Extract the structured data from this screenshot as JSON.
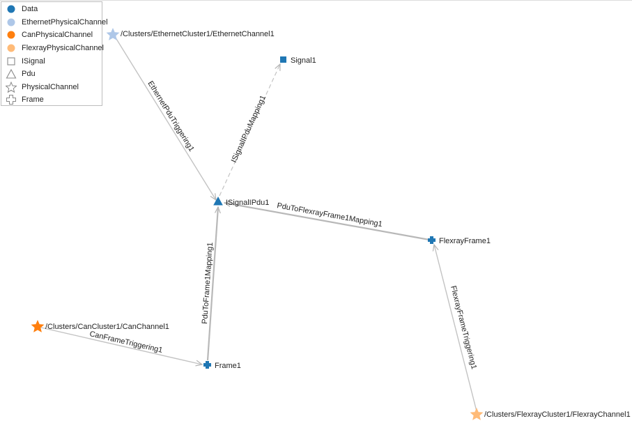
{
  "legend": {
    "items": [
      {
        "label": "Data",
        "icon": "filled-circle-icon",
        "color": "#1f77b4"
      },
      {
        "label": "EthernetPhysicalChannel",
        "icon": "filled-circle-icon",
        "color": "#aec7e8"
      },
      {
        "label": "CanPhysicalChannel",
        "icon": "filled-circle-icon",
        "color": "#ff7f0e"
      },
      {
        "label": "FlexrayPhysicalChannel",
        "icon": "filled-circle-icon",
        "color": "#ffbb78"
      },
      {
        "label": "ISignal",
        "icon": "square-outline-icon",
        "color": "#888888"
      },
      {
        "label": "Pdu",
        "icon": "triangle-outline-icon",
        "color": "#888888"
      },
      {
        "label": "PhysicalChannel",
        "icon": "star-outline-icon",
        "color": "#888888"
      },
      {
        "label": "Frame",
        "icon": "cross-outline-icon",
        "color": "#888888"
      }
    ]
  },
  "nodes": {
    "ethernet_channel": {
      "label": "/Clusters/EthernetCluster1/EthernetChannel1",
      "shape": "star",
      "color": "#aec7e8"
    },
    "signal1": {
      "label": "Signal1",
      "shape": "square",
      "color": "#1f77b4"
    },
    "isignal_pdu1": {
      "label": "ISignalIPdu1",
      "shape": "triangle",
      "color": "#1f77b4"
    },
    "flexray_frame1": {
      "label": "FlexrayFrame1",
      "shape": "cross",
      "color": "#1f77b4"
    },
    "can_channel": {
      "label": "/Clusters/CanCluster1/CanChannel1",
      "shape": "star",
      "color": "#ff7f0e"
    },
    "frame1": {
      "label": "Frame1",
      "shape": "cross",
      "color": "#1f77b4"
    },
    "flexray_channel": {
      "label": "/Clusters/FlexrayCluster1/FlexrayChannel1",
      "shape": "star",
      "color": "#ffbb78"
    }
  },
  "edges": {
    "ethernet_pdu_triggering": {
      "label": "EthernetPduTriggering1",
      "style": "solid"
    },
    "isignal_ipdu_mapping": {
      "label": "ISignalIPduMapping1",
      "style": "dashed"
    },
    "pdu_to_flexray_frame_mapping": {
      "label": "PduToFlexrayFrame1Mapping1",
      "style": "solid"
    },
    "pdu_to_frame_mapping": {
      "label": "PduToFrame1Mapping1",
      "style": "solid"
    },
    "can_frame_triggering": {
      "label": "CanFrameTriggering1",
      "style": "solid"
    },
    "flexray_frame_triggering": {
      "label": "FlexrayFrameTriggering1",
      "style": "solid"
    }
  }
}
